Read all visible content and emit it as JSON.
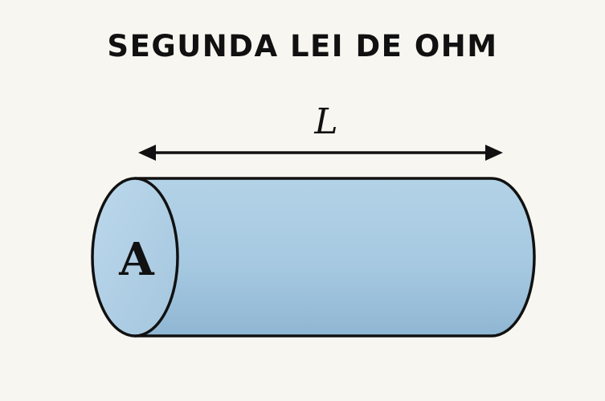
{
  "title": "SEGUNDA LEI DE OHM",
  "labels": {
    "length": "L",
    "area": "A"
  },
  "colors": {
    "background": "#f8f6f1",
    "cylinder_fill": "#a9cbe2",
    "cylinder_face": "#b5d3e8",
    "outline": "#111111"
  }
}
